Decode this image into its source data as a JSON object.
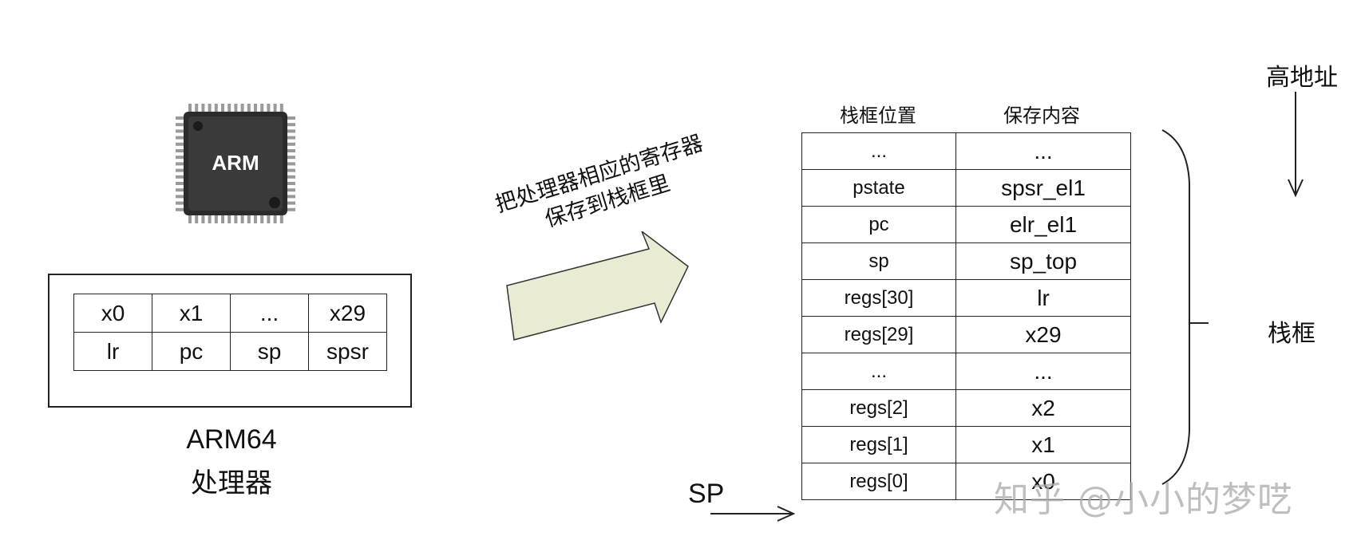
{
  "chip": {
    "label": "ARM"
  },
  "registers": {
    "row1": [
      "x0",
      "x1",
      "...",
      "x29"
    ],
    "row2": [
      "lr",
      "pc",
      "sp",
      "spsr"
    ]
  },
  "cpu": {
    "line1": "ARM64",
    "line2": "处理器"
  },
  "caption": {
    "line1": "把处理器相应的寄存器",
    "line2": "保存到栈框里"
  },
  "stack": {
    "headers": [
      "栈框位置",
      "保存内容"
    ],
    "rows": [
      [
        "...",
        "..."
      ],
      [
        "pstate",
        "spsr_el1"
      ],
      [
        "pc",
        "elr_el1"
      ],
      [
        "sp",
        "sp_top"
      ],
      [
        "regs[30]",
        "lr"
      ],
      [
        "regs[29]",
        "x29"
      ],
      [
        "...",
        "..."
      ],
      [
        "regs[2]",
        "x2"
      ],
      [
        "regs[1]",
        "x1"
      ],
      [
        "regs[0]",
        "x0"
      ]
    ]
  },
  "labels": {
    "high_addr": "高地址",
    "frame": "栈框",
    "sp": "SP"
  },
  "watermark": "知乎 @小小的梦呓",
  "colors": {
    "arrow_fill": "#e9ecd2",
    "line": "#222222",
    "chip_body": "#2b2b2b"
  }
}
